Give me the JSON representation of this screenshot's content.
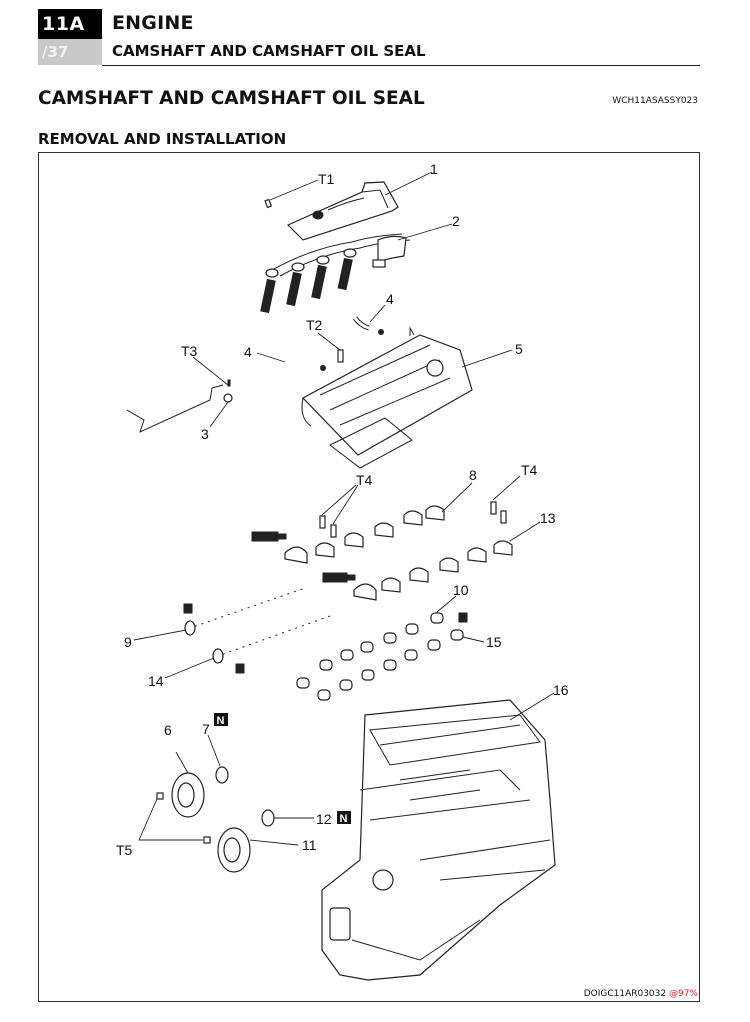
{
  "header": {
    "chapter_code": "11A",
    "page": "/37",
    "section": "ENGINE",
    "subsection": "CAMSHAFT AND CAMSHAFT OIL SEAL"
  },
  "page_title": "CAMSHAFT AND CAMSHAFT OIL SEAL",
  "doc_code": "WCH11ASASSY023",
  "subtitle": "REMOVAL AND INSTALLATION",
  "figure": {
    "ref_code": "DOIGC11AR03032",
    "confidence": "@97%",
    "callouts": {
      "c1": "1",
      "c2": "2",
      "c3": "3",
      "c4a": "4",
      "c4b": "4",
      "c5": "5",
      "c6": "6",
      "c7": "7",
      "c8": "8",
      "c9": "9",
      "c10": "10",
      "c11": "11",
      "c12": "12",
      "c13": "13",
      "c14": "14",
      "c15": "15",
      "c16": "16",
      "t1": "T1",
      "t2": "T2",
      "t3": "T3",
      "t4a": "T4",
      "t4b": "T4",
      "t5": "T5"
    },
    "new_part_badge": "N"
  }
}
